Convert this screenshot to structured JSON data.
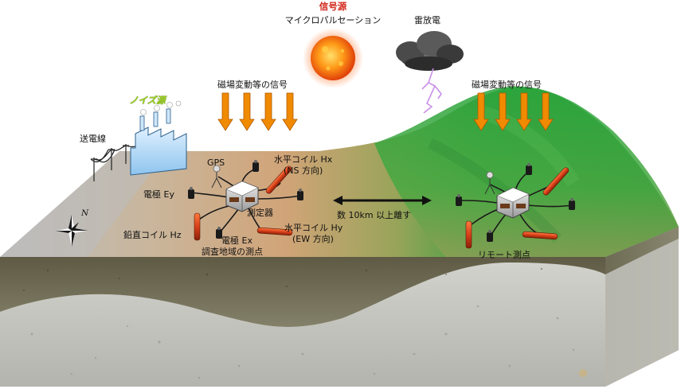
{
  "labels": {
    "signal_source": "信号源",
    "micropulsation": "マイクロパルセーション",
    "lightning": "雷放電",
    "magnetic_signal_left": "磁場変動等の信号",
    "magnetic_signal_right": "磁場変動等の信号",
    "noise_source": "ノイズ源",
    "power_line": "送電線",
    "gps": "GPS",
    "horiz_coil_hx": "水平コイル Hx",
    "hx_direction": "(NS 方向)",
    "electrode_ey": "電極 Ey",
    "recorder": "測定器",
    "distance": "数 10km 以上離す",
    "vertical_coil_hz": "鉛直コイル Hz",
    "electrode_ex": "電極 Ex",
    "horiz_coil_hy": "水平コイル Hy",
    "hy_direction": "(EW 方向)",
    "survey_station": "調査地域の測点",
    "remote_station": "リモート測点",
    "north": "N"
  },
  "colors": {
    "signal_red": "#d2261a",
    "noise_green": "#9bd01c",
    "arrow_orange": "#f08a00",
    "ground_gray": "#b9b9b9",
    "terrain_green": "#22a23a",
    "coil_red": "#d8401a"
  }
}
